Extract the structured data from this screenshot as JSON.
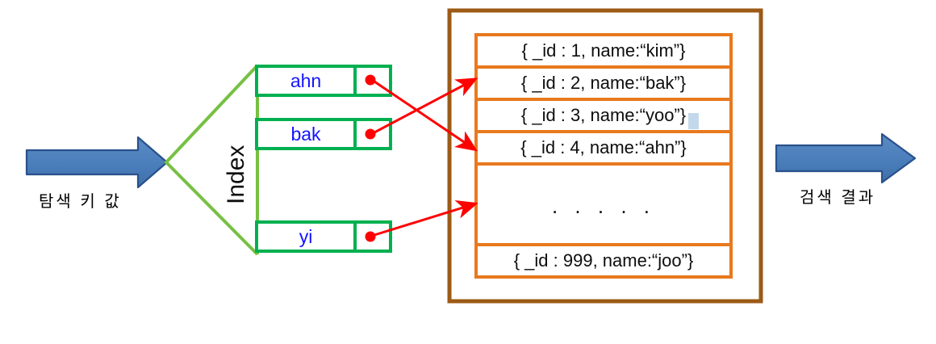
{
  "diagram": {
    "type": "index-lookup-diagram",
    "title_sliver": "​",
    "colors": {
      "arrow_blue_fill": "#4a7ebb",
      "arrow_blue_stroke": "#28518c",
      "index_bracket_green": "#76c043",
      "index_box_green": "#00b050",
      "key_text_blue": "#1414ff",
      "pointer_red": "#ff0000",
      "collection_brown": "#9c5a16",
      "document_orange": "#e8791e",
      "text_black": "#0d0d0d",
      "caret_highlight": "#b8d2e8"
    },
    "input": {
      "arrow_name": "input-arrow",
      "label": "탐색 키 값"
    },
    "output": {
      "arrow_name": "output-arrow",
      "label": "검색 결과"
    },
    "index": {
      "label": "Index",
      "entries": [
        {
          "key": "ahn",
          "pointer": "●"
        },
        {
          "key": "bak",
          "pointer": "●"
        },
        {
          "key": "yi",
          "pointer": "●"
        }
      ]
    },
    "collection": {
      "documents": [
        {
          "text": "{ _id : 1, name:“kim”}"
        },
        {
          "text": "{ _id : 2, name:“bak”}"
        },
        {
          "text": "{ _id : 3, name:“yoo”}"
        },
        {
          "text": "{ _id : 4, name:“ahn”}"
        },
        {
          "text": ". . . . ."
        },
        {
          "text": "{ _id : 999, name:“joo”}"
        }
      ]
    },
    "pointer_links": [
      {
        "from": "ahn",
        "to": "{ _id : 4, name:“ahn”}"
      },
      {
        "from": "bak",
        "to": "{ _id : 2, name:“bak”}"
      },
      {
        "from": "yi",
        "to": ". . . . ."
      }
    ]
  }
}
